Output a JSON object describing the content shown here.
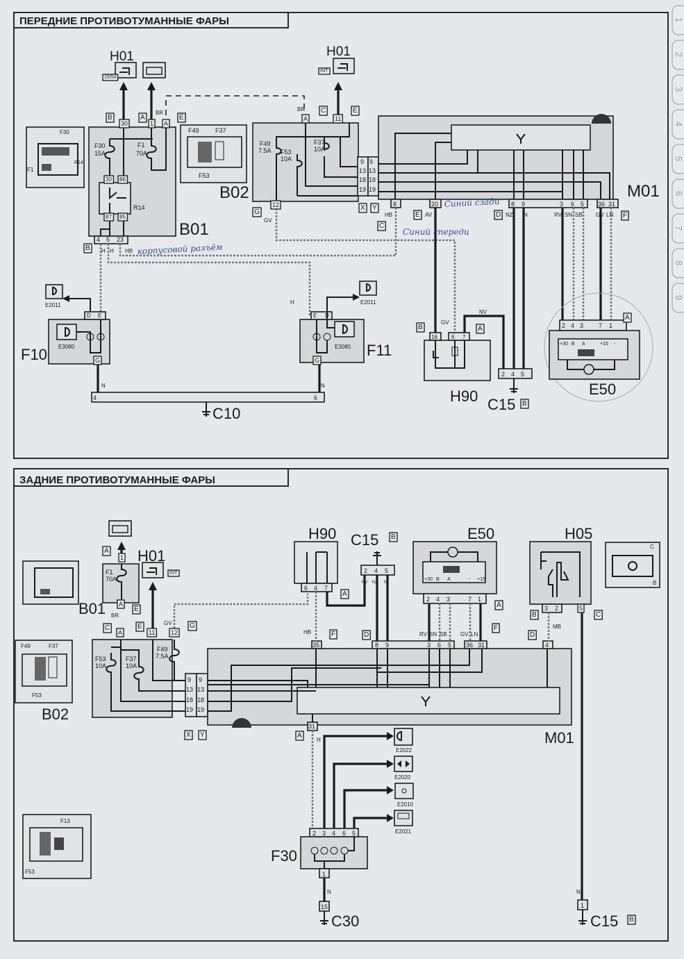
{
  "top": {
    "title": "ПЕРЕДНИЕ ПРОТИВОТУМАННЫЕ ФАРЫ",
    "labels": [
      "H01",
      "15/54",
      "H01",
      "INT",
      "B",
      "A",
      "BR",
      "E",
      "30",
      "1",
      "A",
      "F30",
      "15A",
      "F1",
      "70A",
      "30",
      "86",
      "R14",
      "87",
      "85",
      "B01",
      "4",
      "5",
      "23",
      "B",
      "H",
      "H",
      "HB",
      "F30",
      "F1",
      "R14",
      "F49",
      "F37",
      "F53",
      "B02",
      "BR",
      "C",
      "A",
      "11",
      "E",
      "F49",
      "7.5A",
      "F53",
      "10A",
      "F37",
      "10A",
      "12",
      "G",
      "GV",
      "X",
      "Y",
      "9",
      "13",
      "18",
      "19",
      "9",
      "13",
      "18",
      "19",
      "8",
      "20",
      "HB",
      "C",
      "E",
      "AV",
      "D",
      "NZ",
      "N",
      "8",
      "9",
      "3",
      "6",
      "5",
      "36",
      "31",
      "RV",
      "SN",
      "SB",
      "GV",
      "LN",
      "F",
      "M01",
      "E2011",
      "D",
      "E",
      "E3080",
      "F10",
      "G",
      "N",
      "4",
      "6",
      "C10",
      "H",
      "E2011",
      "E",
      "D",
      "E3080",
      "F11",
      "G",
      "N",
      "B",
      "16",
      "GV",
      "6",
      "7",
      "A",
      "NV",
      "H90",
      "2",
      "4",
      "5",
      "C15",
      "B",
      "2",
      "4",
      "3",
      "7",
      "1",
      "A",
      "+30",
      "B",
      "A",
      "+15",
      "-",
      "E50"
    ],
    "handwritten": [
      "корпусовой разъём",
      "Синий сзади",
      "Синий спереди"
    ]
  },
  "bottom": {
    "title": "ЗАДНИЕ ПРОТИВОТУМАННЫЕ ФАРЫ",
    "labels": [
      "A",
      "1",
      "F1",
      "70A",
      "H01",
      "INT",
      "B01",
      "A",
      "E",
      "BR",
      "C",
      "A",
      "E",
      "11",
      "GV",
      "12",
      "G",
      "F49",
      "F37",
      "F53",
      "B02",
      "F53",
      "10A",
      "F37",
      "10A",
      "F49",
      "7.5A",
      "9",
      "13",
      "18",
      "19",
      "9",
      "13",
      "18",
      "19",
      "X",
      "Y",
      "H90",
      "6",
      "4",
      "7",
      "A",
      "C15",
      "B",
      "2",
      "4",
      "5",
      "NV",
      "NZ",
      "N",
      "E50",
      "2",
      "4",
      "3",
      "7",
      "1",
      "+30",
      "B",
      "A",
      "-",
      "+15",
      "A",
      "F",
      "RV",
      "SN",
      "SB",
      "GV",
      "LN",
      "3",
      "6",
      "5",
      "36",
      "31",
      "8",
      "9",
      "D",
      "HB",
      "F",
      "35",
      "H05",
      "3",
      "2",
      "5",
      "B",
      "C",
      "MB",
      "D",
      "4",
      "C",
      "B",
      "M01",
      "31",
      "A",
      "H",
      "E2022",
      "E2020",
      "E2010",
      "E2021",
      "2",
      "3",
      "4",
      "6",
      "5",
      "F30",
      "1",
      "N",
      "15",
      "C30",
      "F13",
      "F53",
      "1",
      "N",
      "C15",
      "B"
    ]
  },
  "side_tabs": [
    "1",
    "2",
    "3",
    "4",
    "5",
    "6",
    "7",
    "8",
    "9"
  ],
  "icons": [
    "ignition-key-icon",
    "battery-icon",
    "fog-light-front-icon",
    "fog-light-rear-icon",
    "turn-signal-icon",
    "side-light-icon",
    "stop-light-icon",
    "ground-icon",
    "manufacturer-logo-icon"
  ],
  "colors": {
    "paper": "#e7e8eb",
    "ink": "#1a1a1a",
    "handwriting": "#3a4a9a"
  }
}
